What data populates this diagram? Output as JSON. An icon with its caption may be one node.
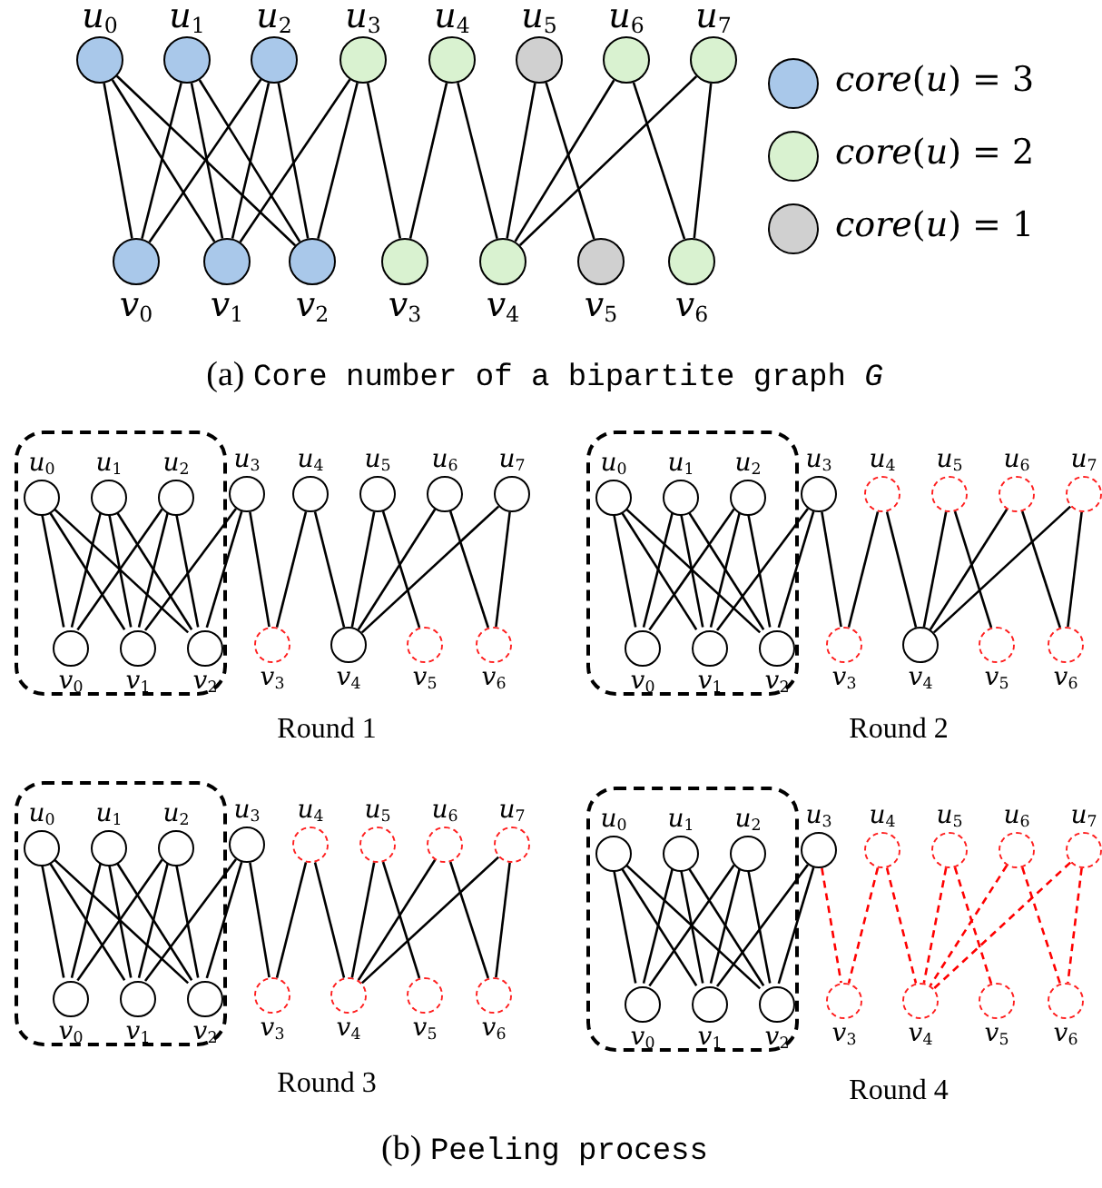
{
  "diagram": {
    "nodes": [
      {
        "text": [
          "u$_{0}$"
        ]
      },
      {
        "text": [
          "u$_{1}$"
        ]
      },
      {
        "text": [
          "u$_{2}$"
        ]
      },
      {
        "text": [
          "u$_{3}$"
        ]
      },
      {
        "text": [
          "u$_{4}$"
        ]
      },
      {
        "text": [
          "u$_{5}$"
        ]
      },
      {
        "text": [
          "u$_{6}$"
        ]
      },
      {
        "text": [
          "u$_{7}$"
        ]
      },
      {
        "text": [
          "v$_{0}$"
        ]
      },
      {
        "text": [
          "v$_{1}$"
        ]
      },
      {
        "text": [
          "v$_{2}$"
        ]
      },
      {
        "text": [
          "v$_{3}$"
        ]
      },
      {
        "text": [
          "v$_{4}$"
        ]
      },
      {
        "text": [
          "v$_{5}$"
        ]
      },
      {
        "text": [
          "v$_{6}$"
        ]
      },
      {
        "text": [],
        "shape": "box"
      },
      {
        "text": [
          "u$_{0}$"
        ],
        "in": 15
      },
      {
        "text": [
          "u$_{1}$"
        ],
        "in": 15
      },
      {
        "text": [
          "u$_{2}$"
        ],
        "in": 15
      },
      {
        "text": [
          "u$_{3}$"
        ]
      },
      {
        "text": [
          "u$_{4}$"
        ]
      },
      {
        "text": [
          "u$_{5}$"
        ]
      },
      {
        "text": [
          "u$_{6}$"
        ]
      },
      {
        "text": [
          "u$_{7}$"
        ]
      },
      {
        "text": [
          "v$_{0}$"
        ],
        "in": 15
      },
      {
        "text": [
          "v$_{1}$"
        ],
        "in": 15
      },
      {
        "text": [
          "v$_{2}$"
        ],
        "in": 15
      },
      {
        "text": [
          "v$_{3}$"
        ]
      },
      {
        "text": [
          "v$_{4}$"
        ]
      },
      {
        "text": [
          "v$_{5}$"
        ]
      },
      {
        "text": [
          "v$_{6}$"
        ]
      },
      {
        "text": [],
        "shape": "box"
      },
      {
        "text": [
          "u$_{0}$"
        ],
        "in": 31
      },
      {
        "text": [
          "u$_{1}$"
        ],
        "in": 31
      },
      {
        "text": [
          "u$_{2}$"
        ],
        "in": 31
      },
      {
        "text": [
          "u$_{3}$"
        ]
      },
      {
        "text": [
          "u$_{4}$"
        ]
      },
      {
        "text": [
          "u$_{5}$"
        ]
      },
      {
        "text": [
          "u$_{6}$"
        ]
      },
      {
        "text": [
          "u$_{7}$"
        ]
      },
      {
        "text": [
          "v$_{0}$"
        ],
        "in": 31
      },
      {
        "text": [
          "v$_{1}$"
        ],
        "in": 31
      },
      {
        "text": [
          "v$_{2}$"
        ],
        "in": 31
      },
      {
        "text": [
          "v$_{3}$"
        ]
      },
      {
        "text": [
          "v$_{4}$"
        ]
      },
      {
        "text": [
          "v$_{5}$"
        ]
      },
      {
        "text": [
          "v$_{6}$"
        ]
      },
      {
        "text": [],
        "shape": "box"
      },
      {
        "text": [
          "u$_{0}$"
        ],
        "in": 47
      },
      {
        "text": [
          "u$_{1}$"
        ],
        "in": 47
      },
      {
        "text": [
          "u$_{2}$"
        ],
        "in": 47
      },
      {
        "text": [
          "u$_{3}$"
        ]
      },
      {
        "text": [
          "u$_{4}$"
        ]
      },
      {
        "text": [
          "u$_{5}$"
        ]
      },
      {
        "text": [
          "u$_{6}$"
        ]
      },
      {
        "text": [
          "u$_{7}$"
        ]
      },
      {
        "text": [
          "v$_{0}$"
        ],
        "in": 47
      },
      {
        "text": [
          "v$_{1}$"
        ],
        "in": 47
      },
      {
        "text": [
          "v$_{2}$"
        ],
        "in": 47
      },
      {
        "text": [
          "v$_{3}$"
        ]
      },
      {
        "text": [
          "v$_{4}$"
        ]
      },
      {
        "text": [
          "v$_{5}$"
        ]
      },
      {
        "text": [
          "v$_{6}$"
        ]
      },
      {
        "text": [],
        "shape": "box"
      },
      {
        "text": [
          "u$_{0}$"
        ],
        "in": 63
      },
      {
        "text": [
          "u$_{1}$"
        ],
        "in": 63
      },
      {
        "text": [
          "u$_{2}$"
        ],
        "in": 63
      },
      {
        "text": [
          "u$_{3}$"
        ]
      },
      {
        "text": [
          "u$_{4}$"
        ]
      },
      {
        "text": [
          "u$_{5}$"
        ]
      },
      {
        "text": [
          "u$_{6}$"
        ]
      },
      {
        "text": [
          "u$_{7}$"
        ]
      },
      {
        "text": [
          "v$_{0}$"
        ],
        "in": 63
      },
      {
        "text": [
          "v$_{1}$"
        ],
        "in": 63
      },
      {
        "text": [
          "v$_{2}$"
        ],
        "in": 63
      },
      {
        "text": [
          "v$_{3}$"
        ]
      },
      {
        "text": [
          "v$_{4}$"
        ]
      },
      {
        "text": [
          "v$_{5}$"
        ]
      },
      {
        "text": [
          "v$_{6}$"
        ]
      }
    ],
    "edges": [
      {
        "from": 0,
        "to": 8,
        "arrow": "none"
      },
      {
        "from": 0,
        "to": 9,
        "arrow": "none"
      },
      {
        "from": 0,
        "to": 10,
        "arrow": "none"
      },
      {
        "from": 1,
        "to": 8,
        "arrow": "none"
      },
      {
        "from": 1,
        "to": 9,
        "arrow": "none"
      },
      {
        "from": 1,
        "to": 10,
        "arrow": "none"
      },
      {
        "from": 2,
        "to": 8,
        "arrow": "none"
      },
      {
        "from": 2,
        "to": 9,
        "arrow": "none"
      },
      {
        "from": 2,
        "to": 10,
        "arrow": "none"
      },
      {
        "from": 3,
        "to": 9,
        "arrow": "none"
      },
      {
        "from": 3,
        "to": 10,
        "arrow": "none"
      },
      {
        "from": 3,
        "to": 11,
        "arrow": "none"
      },
      {
        "from": 4,
        "to": 11,
        "arrow": "none"
      },
      {
        "from": 4,
        "to": 12,
        "arrow": "none"
      },
      {
        "from": 5,
        "to": 12,
        "arrow": "none"
      },
      {
        "from": 5,
        "to": 13,
        "arrow": "none"
      },
      {
        "from": 6,
        "to": 12,
        "arrow": "none"
      },
      {
        "from": 6,
        "to": 14,
        "arrow": "none"
      },
      {
        "from": 7,
        "to": 12,
        "arrow": "none"
      },
      {
        "from": 7,
        "to": 14,
        "arrow": "none"
      },
      {
        "from": 16,
        "to": 24,
        "arrow": "none"
      },
      {
        "from": 16,
        "to": 25,
        "arrow": "none"
      },
      {
        "from": 16,
        "to": 26,
        "arrow": "none"
      },
      {
        "from": 17,
        "to": 24,
        "arrow": "none"
      },
      {
        "from": 17,
        "to": 25,
        "arrow": "none"
      },
      {
        "from": 17,
        "to": 26,
        "arrow": "none"
      },
      {
        "from": 18,
        "to": 24,
        "arrow": "none"
      },
      {
        "from": 18,
        "to": 25,
        "arrow": "none"
      },
      {
        "from": 18,
        "to": 26,
        "arrow": "none"
      },
      {
        "from": 19,
        "to": 25,
        "arrow": "none"
      },
      {
        "from": 19,
        "to": 26,
        "arrow": "none"
      },
      {
        "from": 19,
        "to": 27,
        "arrow": "none"
      },
      {
        "from": 20,
        "to": 27,
        "arrow": "none"
      },
      {
        "from": 20,
        "to": 28,
        "arrow": "none"
      },
      {
        "from": 21,
        "to": 28,
        "arrow": "none"
      },
      {
        "from": 21,
        "to": 29,
        "arrow": "none"
      },
      {
        "from": 22,
        "to": 28,
        "arrow": "none"
      },
      {
        "from": 22,
        "to": 30,
        "arrow": "none"
      },
      {
        "from": 23,
        "to": 28,
        "arrow": "none"
      },
      {
        "from": 23,
        "to": 30,
        "arrow": "none"
      },
      {
        "from": 32,
        "to": 40,
        "arrow": "none"
      },
      {
        "from": 32,
        "to": 41,
        "arrow": "none"
      },
      {
        "from": 32,
        "to": 42,
        "arrow": "none"
      },
      {
        "from": 33,
        "to": 40,
        "arrow": "none"
      },
      {
        "from": 33,
        "to": 41,
        "arrow": "none"
      },
      {
        "from": 33,
        "to": 42,
        "arrow": "none"
      },
      {
        "from": 34,
        "to": 40,
        "arrow": "none"
      },
      {
        "from": 34,
        "to": 41,
        "arrow": "none"
      },
      {
        "from": 34,
        "to": 42,
        "arrow": "none"
      },
      {
        "from": 35,
        "to": 41,
        "arrow": "none"
      },
      {
        "from": 35,
        "to": 42,
        "arrow": "none"
      },
      {
        "from": 35,
        "to": 43,
        "arrow": "none"
      },
      {
        "from": 36,
        "to": 43,
        "arrow": "none"
      },
      {
        "from": 36,
        "to": 44,
        "arrow": "none"
      },
      {
        "from": 37,
        "to": 44,
        "arrow": "none"
      },
      {
        "from": 37,
        "to": 45,
        "arrow": "none"
      },
      {
        "from": 38,
        "to": 44,
        "arrow": "none"
      },
      {
        "from": 38,
        "to": 46,
        "arrow": "none"
      },
      {
        "from": 39,
        "to": 44,
        "arrow": "none"
      },
      {
        "from": 39,
        "to": 46,
        "arrow": "none"
      },
      {
        "from": 48,
        "to": 56,
        "arrow": "none"
      },
      {
        "from": 48,
        "to": 57,
        "arrow": "none"
      },
      {
        "from": 48,
        "to": 58,
        "arrow": "none"
      },
      {
        "from": 49,
        "to": 56,
        "arrow": "none"
      },
      {
        "from": 49,
        "to": 57,
        "arrow": "none"
      },
      {
        "from": 49,
        "to": 58,
        "arrow": "none"
      },
      {
        "from": 50,
        "to": 56,
        "arrow": "none"
      },
      {
        "from": 50,
        "to": 57,
        "arrow": "none"
      },
      {
        "from": 50,
        "to": 58,
        "arrow": "none"
      },
      {
        "from": 51,
        "to": 57,
        "arrow": "none"
      },
      {
        "from": 51,
        "to": 58,
        "arrow": "none"
      },
      {
        "from": 51,
        "to": 59,
        "arrow": "none"
      },
      {
        "from": 52,
        "to": 59,
        "arrow": "none"
      },
      {
        "from": 52,
        "to": 60,
        "arrow": "none"
      },
      {
        "from": 53,
        "to": 60,
        "arrow": "none"
      },
      {
        "from": 53,
        "to": 61,
        "arrow": "none"
      },
      {
        "from": 54,
        "to": 60,
        "arrow": "none"
      },
      {
        "from": 54,
        "to": 62,
        "arrow": "none"
      },
      {
        "from": 55,
        "to": 60,
        "arrow": "none"
      },
      {
        "from": 55,
        "to": 62,
        "arrow": "none"
      },
      {
        "from": 64,
        "to": 72,
        "arrow": "none"
      },
      {
        "from": 64,
        "to": 73,
        "arrow": "none"
      },
      {
        "from": 64,
        "to": 74,
        "arrow": "none"
      },
      {
        "from": 65,
        "to": 72,
        "arrow": "none"
      },
      {
        "from": 65,
        "to": 73,
        "arrow": "none"
      },
      {
        "from": 65,
        "to": 74,
        "arrow": "none"
      },
      {
        "from": 66,
        "to": 72,
        "arrow": "none"
      },
      {
        "from": 66,
        "to": 73,
        "arrow": "none"
      },
      {
        "from": 66,
        "to": 74,
        "arrow": "none"
      },
      {
        "from": 67,
        "to": 73,
        "arrow": "none"
      },
      {
        "from": 67,
        "to": 74,
        "arrow": "none"
      },
      {
        "from": 67,
        "to": 75,
        "arrow": "none",
        "style": "dashed",
        "color": "#ff0000"
      },
      {
        "from": 68,
        "to": 75,
        "arrow": "none",
        "style": "dashed",
        "color": "#ff0000"
      },
      {
        "from": 68,
        "to": 76,
        "arrow": "none",
        "style": "dashed",
        "color": "#ff0000"
      },
      {
        "from": 69,
        "to": 76,
        "arrow": "none",
        "style": "dashed",
        "color": "#ff0000"
      },
      {
        "from": 69,
        "to": 77,
        "arrow": "none",
        "style": "dashed",
        "color": "#ff0000"
      },
      {
        "from": 70,
        "to": 76,
        "arrow": "none",
        "style": "dashed",
        "color": "#ff0000"
      },
      {
        "from": 70,
        "to": 78,
        "arrow": "none",
        "style": "dashed",
        "color": "#ff0000"
      },
      {
        "from": 71,
        "to": 76,
        "arrow": "none",
        "style": "dashed",
        "color": "#ff0000"
      },
      {
        "from": 71,
        "to": 78,
        "arrow": "none",
        "style": "dashed",
        "color": "#ff0000"
      }
    ],
    "labels": [
      "(a) Core number of a bipartite graph *G*",
      "Round 1",
      "Round 2",
      "Round 3",
      "Round 4",
      "(b) Peeling process"
    ],
    "legend": [
      {
        "text": "*core*(*u*) = 3",
        "color": "#a9c8ea"
      },
      {
        "text": "*core*(*u*) = 2",
        "color": "#d9f2d0"
      },
      {
        "text": "*core*(*u*) = 1",
        "color": "#d0d0d0"
      }
    ]
  }
}
